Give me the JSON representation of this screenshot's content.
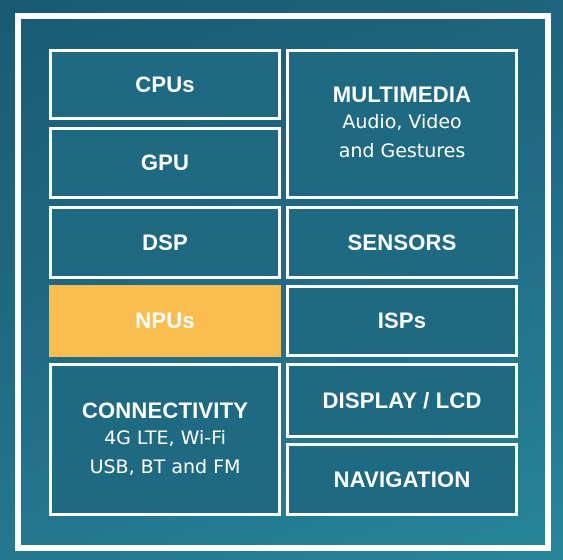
{
  "diagram": {
    "blocks": {
      "cpus": {
        "title": "CPUs"
      },
      "gpu": {
        "title": "GPU"
      },
      "multimedia": {
        "title": "MULTIMEDIA",
        "sub1": "Audio, Video",
        "sub2": "and Gestures"
      },
      "dsp": {
        "title": "DSP"
      },
      "sensors": {
        "title": "SENSORS"
      },
      "npus": {
        "title": "NPUs"
      },
      "isps": {
        "title": "ISPs"
      },
      "connectivity": {
        "title": "CONNECTIVITY",
        "sub1": "4G LTE, Wi-Fi",
        "sub2": "USB, BT and FM"
      },
      "display": {
        "title": "DISPLAY / LCD"
      },
      "navigation": {
        "title": "NAVIGATION"
      }
    },
    "colors": {
      "background": "#1e6a83",
      "border": "#ffffff",
      "highlight": "#fbbc50",
      "text": "#ffffff"
    }
  }
}
